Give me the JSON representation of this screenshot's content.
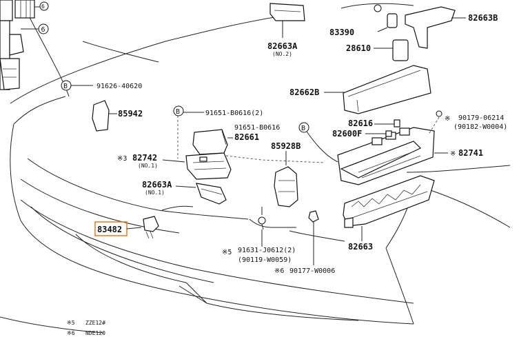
{
  "parts": {
    "p82663B": "82663B",
    "p83390": "83390",
    "p82663A_top": "82663A",
    "p82663A_top_no": "(NO.2)",
    "p28610": "28610",
    "p91626": "91626-40620",
    "p82662B": "82662B",
    "p85942": "85942",
    "p91651_a": "91651-B0616(2)",
    "p90179": "90179-06214",
    "p90182": "(90182-W0004)",
    "p82616": "82616",
    "p91651_b": "91651-B0616",
    "p82600F": "82600F",
    "p82661": "82661",
    "p82742": "82742",
    "p82742_no": "(NO.1)",
    "p85928B": "85928B",
    "p82741": "82741",
    "p82663A_low": "82663A",
    "p82663A_low_no": "(NO.1)",
    "p83482": "83482",
    "p82663": "82663",
    "p91631": "91631-J0612(2)",
    "p90119": "(90119-W0059)",
    "p90177": "90177-W0006"
  },
  "markers": {
    "circle_b": "B",
    "circle_6": "6",
    "ref3": "※3",
    "ref5": "※5",
    "ref6": "※6",
    "ref_sym": "※"
  },
  "footnotes": {
    "n5_mark": "※5",
    "n5_text": "ZZE12#",
    "n6_mark": "※6",
    "n6_text": "NDE120"
  },
  "colors": {
    "highlight": "#e07a1f"
  }
}
